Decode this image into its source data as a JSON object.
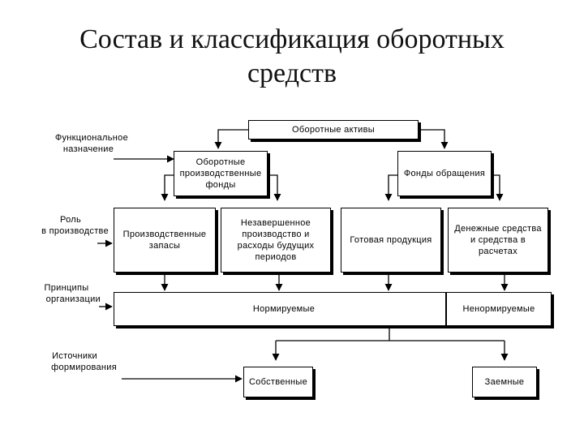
{
  "title": {
    "line1": "Состав и классификация оборотных",
    "line2": "средств"
  },
  "labels": {
    "functional_1": "Функциональное",
    "functional_2": "назначение",
    "role_1": "Роль",
    "role_2": "в производстве",
    "principles_1": "Принципы",
    "principles_2": "организации",
    "sources_1": "Источники",
    "sources_2": "формирования"
  },
  "boxes": {
    "current_assets": "Оборотные активы",
    "working_funds_1": "Оборотные",
    "working_funds_2": "производственные",
    "working_funds_3": "фонды",
    "circulation_funds": "Фонды обращения",
    "inventories_1": "Производственные",
    "inventories_2": "запасы",
    "wip_1": "Незавершенное",
    "wip_2": "производство и",
    "wip_3": "расходы будущих",
    "wip_4": "периодов",
    "finished_goods": "Готовая продукция",
    "cash_1": "Денежные средства",
    "cash_2": "и средства в",
    "cash_3": "расчетах",
    "normalized": "Нормируемые",
    "non_normalized": "Ненормируемые",
    "own": "Собственные",
    "borrowed": "Заемные"
  }
}
